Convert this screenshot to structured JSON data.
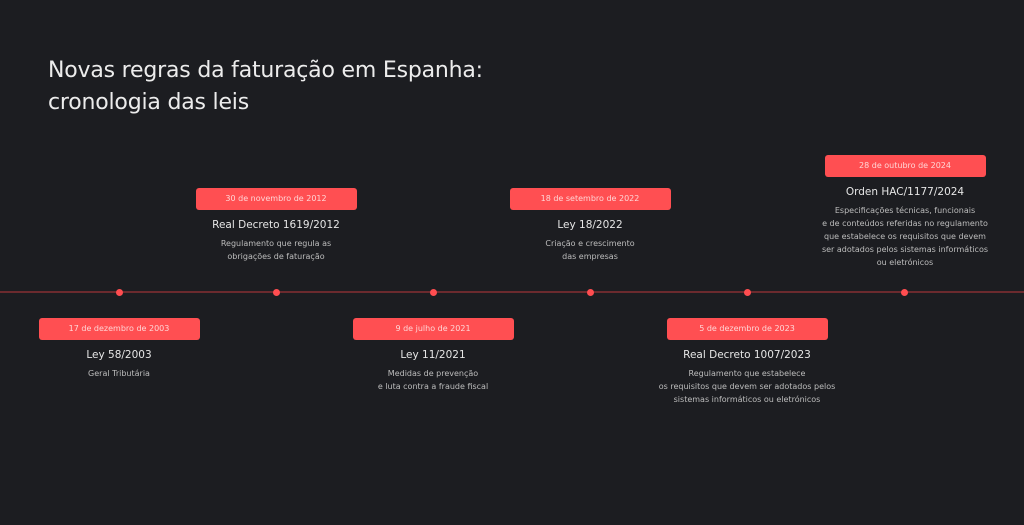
{
  "title": {
    "line1": "Novas regras da faturação em Espanha:",
    "line2": "cronologia das leis"
  },
  "colors": {
    "background": "#1c1d21",
    "accent": "#ff4f52",
    "line": "#6b2a2e"
  },
  "events": [
    {
      "date": "17 de dezembro de 2003",
      "law": "Ley 58/2003",
      "description": [
        "Geral Tributária"
      ],
      "position": "below"
    },
    {
      "date": "30 de novembro de 2012",
      "law": "Real Decreto 1619/2012",
      "description": [
        "Regulamento que regula as",
        "obrigações de faturação"
      ],
      "position": "above"
    },
    {
      "date": "9 de julho de 2021",
      "law": "Ley 11/2021",
      "description": [
        "Medidas de prevenção",
        "e luta contra a fraude fiscal"
      ],
      "position": "below"
    },
    {
      "date": "18 de setembro de 2022",
      "law": "Ley 18/2022",
      "description": [
        "Criação e crescimento",
        "das empresas"
      ],
      "position": "above"
    },
    {
      "date": "5 de dezembro de 2023",
      "law": "Real Decreto 1007/2023",
      "description": [
        "Regulamento que estabelece",
        "os requisitos que devem ser adotados pelos",
        "sistemas informáticos ou eletrónicos"
      ],
      "position": "below"
    },
    {
      "date": "28 de outubro de 2024",
      "law": "Orden HAC/1177/2024",
      "description": [
        "Especificações técnicas, funcionais",
        "e de conteúdos referidas no regulamento",
        "que estabelece os requisitos que devem",
        "ser adotados pelos sistemas informáticos",
        "ou eletrónicos"
      ],
      "position": "above"
    }
  ]
}
